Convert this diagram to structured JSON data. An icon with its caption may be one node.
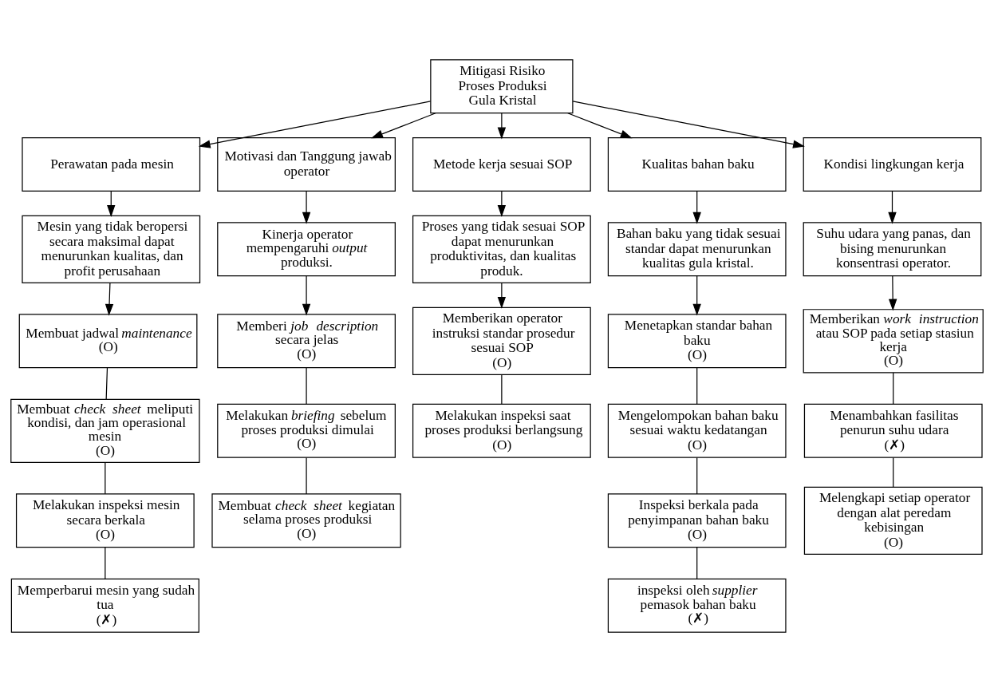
{
  "diagram": {
    "nodes": [
      {
        "text": [
          "Mitigasi Risiko Proses Produksi Gula Kristal"
        ]
      },
      {
        "text": [
          "Perawatan pada mesin"
        ]
      },
      {
        "text": [
          "Motivasi dan Tanggung jawab operator"
        ]
      },
      {
        "text": [
          "Metode kerja sesuai SOP"
        ]
      },
      {
        "text": [
          "Kualitas bahan baku"
        ]
      },
      {
        "text": [
          "Kondisi lingkungan kerja"
        ]
      },
      {
        "text": [
          "Mesin yang tidak beropersi secara maksimal dapat menurunkan kualitas, dan profit perusahaan"
        ]
      },
      {
        "text": [
          "Membuat jadwal *maintenance*",
          "(O)"
        ]
      },
      {
        "text": [
          "Membuat *check sheet* meliputi kondisi, dan jam operasional mesin",
          "(O)"
        ]
      },
      {
        "text": [
          "Melakukan inspeksi mesin secara berkala",
          "(O)"
        ]
      },
      {
        "text": [
          "Memperbarui mesin yang sudah tua",
          "(✗)"
        ]
      },
      {
        "text": [
          "Kinerja operator mempengaruhi *output* produksi."
        ]
      },
      {
        "text": [
          "Memberi *job description* secara jelas",
          "(O)"
        ]
      },
      {
        "text": [
          "Melakukan *briefing* sebelum proses produksi dimulai",
          "(O)"
        ]
      },
      {
        "text": [
          "Membuat *check sheet* kegiatan selama proses produksi",
          "(O)"
        ]
      },
      {
        "text": [
          "Proses yang tidak sesuai SOP dapat menurunkan produktivitas, dan kualitas produk."
        ]
      },
      {
        "text": [
          "Memberikan operator instruksi standar prosedur sesuai SOP",
          "(O)"
        ]
      },
      {
        "text": [
          "Melakukan inspeksi saat proses produksi berlangsung",
          "(O)"
        ]
      },
      {
        "text": [
          "Bahan baku yang tidak sesuai standar dapat menurunkan kualitas gula kristal."
        ]
      },
      {
        "text": [
          "Menetapkan standar bahan baku",
          "(O)"
        ]
      },
      {
        "text": [
          "Mengelompokan bahan baku sesuai waktu kedatangan",
          "(O)"
        ]
      },
      {
        "text": [
          "Inspeksi berkala pada penyimpanan bahan baku",
          "(O)"
        ]
      },
      {
        "text": [
          "inspeksi oleh *supplier* pemasok bahan baku",
          "(✗)"
        ]
      },
      {
        "text": [
          "Suhu udara yang panas, dan bising menurunkan konsentrasi operator."
        ]
      },
      {
        "text": [
          "Memberikan *work instruction* atau SOP pada setiap stasiun kerja",
          "(O)"
        ]
      },
      {
        "text": [
          "Menambahkan fasilitas penurun suhu udara",
          "(✗)"
        ]
      },
      {
        "text": [
          "Melengkapi setiap operator dengan alat peredam kebisingan",
          "(O)"
        ]
      }
    ],
    "edges": [
      {
        "from": 0,
        "to": 1,
        "arrow": "to"
      },
      {
        "from": 0,
        "to": 2,
        "arrow": "to"
      },
      {
        "from": 0,
        "to": 3,
        "arrow": "to"
      },
      {
        "from": 0,
        "to": 4,
        "arrow": "to"
      },
      {
        "from": 0,
        "to": 5,
        "arrow": "to"
      },
      {
        "from": 1,
        "to": 6,
        "arrow": "to"
      },
      {
        "from": 6,
        "to": 7,
        "arrow": "to"
      },
      {
        "from": 7,
        "to": 8,
        "arrow": "none"
      },
      {
        "from": 8,
        "to": 9,
        "arrow": "none"
      },
      {
        "from": 9,
        "to": 10,
        "arrow": "none"
      },
      {
        "from": 2,
        "to": 11,
        "arrow": "to"
      },
      {
        "from": 11,
        "to": 12,
        "arrow": "to"
      },
      {
        "from": 12,
        "to": 13,
        "arrow": "none"
      },
      {
        "from": 13,
        "to": 14,
        "arrow": "none"
      },
      {
        "from": 3,
        "to": 15,
        "arrow": "to"
      },
      {
        "from": 15,
        "to": 16,
        "arrow": "to"
      },
      {
        "from": 16,
        "to": 17,
        "arrow": "none"
      },
      {
        "from": 4,
        "to": 18,
        "arrow": "to"
      },
      {
        "from": 18,
        "to": 19,
        "arrow": "to"
      },
      {
        "from": 19,
        "to": 20,
        "arrow": "none"
      },
      {
        "from": 20,
        "to": 21,
        "arrow": "none"
      },
      {
        "from": 21,
        "to": 22,
        "arrow": "none"
      },
      {
        "from": 5,
        "to": 23,
        "arrow": "to"
      },
      {
        "from": 23,
        "to": 24,
        "arrow": "to"
      },
      {
        "from": 24,
        "to": 25,
        "arrow": "none"
      },
      {
        "from": 25,
        "to": 26,
        "arrow": "none"
      }
    ]
  }
}
